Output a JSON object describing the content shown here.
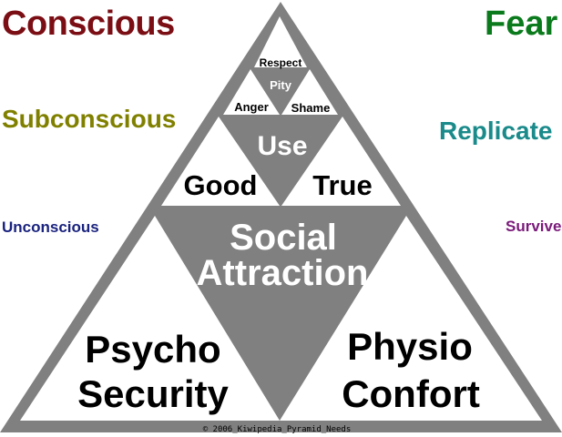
{
  "left_labels": {
    "conscious": "Conscious",
    "subconscious": "Subconscious",
    "unconscious": "Unconscious"
  },
  "right_labels": {
    "fear": "Fear",
    "replicate": "Replicate",
    "survive": "Survive"
  },
  "top_tier": {
    "respect": "Respect",
    "pity": "Pity",
    "anger": "Anger",
    "shame": "Shame"
  },
  "middle_tier": {
    "use": "Use",
    "good": "Good",
    "true": "True"
  },
  "bottom_tier": {
    "social_line1": "Social",
    "social_line2": "Attraction",
    "psycho_line1": "Psycho",
    "psycho_line2": "Security",
    "physio_line1": "Physio",
    "physio_line2": "Confort"
  },
  "copyright": "© 2006_Kiwipedia_Pyramid_Needs",
  "colors": {
    "conscious": "#7a0e14",
    "fear": "#0a7a1c",
    "subconscious": "#808000",
    "replicate": "#1a8a8a",
    "unconscious": "#1a237e",
    "survive": "#7a1a7a",
    "pyramid_gray": "#808080",
    "inner_white": "#ffffff",
    "text_white": "#ffffff",
    "text_black": "#000000"
  }
}
